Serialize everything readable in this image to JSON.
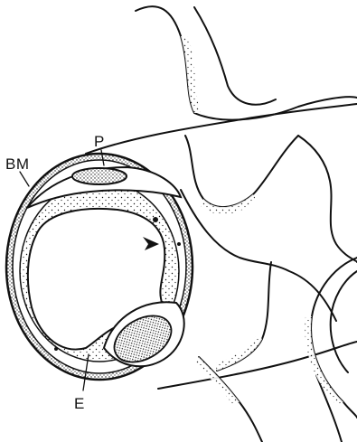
{
  "labels": {
    "bm": "BM",
    "p": "P",
    "e": "E"
  },
  "colors": {
    "ink": "#111111",
    "paper": "#ffffff"
  }
}
